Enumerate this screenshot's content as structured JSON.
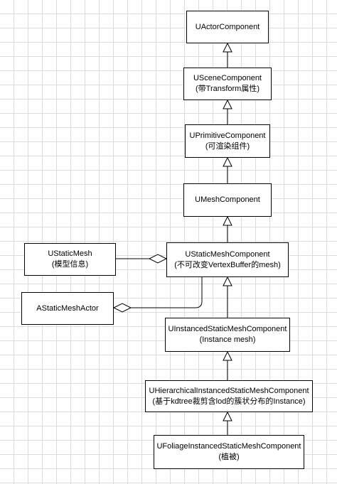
{
  "nodes": {
    "uactor": {
      "line1": "UActorComponent"
    },
    "uscene": {
      "line1": "USceneComponent",
      "line2": "(带Transform属性)"
    },
    "uprimitive": {
      "line1": "UPrimitiveComponent",
      "line2": "(可渲染组件)"
    },
    "umesh": {
      "line1": "UMeshComponent"
    },
    "ustaticmeshcomp": {
      "line1": "UStaticMeshComponent",
      "line2": "(不可改变VertexBuffer的mesh)"
    },
    "ustaticmesh": {
      "line1": "UStaticMesh",
      "line2": "(模型信息)"
    },
    "astaticmeshactor": {
      "line1": "AStaticMeshActor"
    },
    "uinstanced": {
      "line1": "UInstancedStaticMeshComponent",
      "line2": "(Instance mesh)"
    },
    "uhierarchical": {
      "line1": "UHierarchicalInstancedStaticMeshComponent",
      "line2": "(基于kdtree裁剪含lod的簇状分布的Instance)"
    },
    "ufoliage": {
      "line1": "UFoliageInstancedStaticMeshComponent",
      "line2": "(植被)"
    }
  },
  "colors": {
    "stroke": "#000000",
    "fill": "#ffffff",
    "grid": "#dcdcdc"
  }
}
